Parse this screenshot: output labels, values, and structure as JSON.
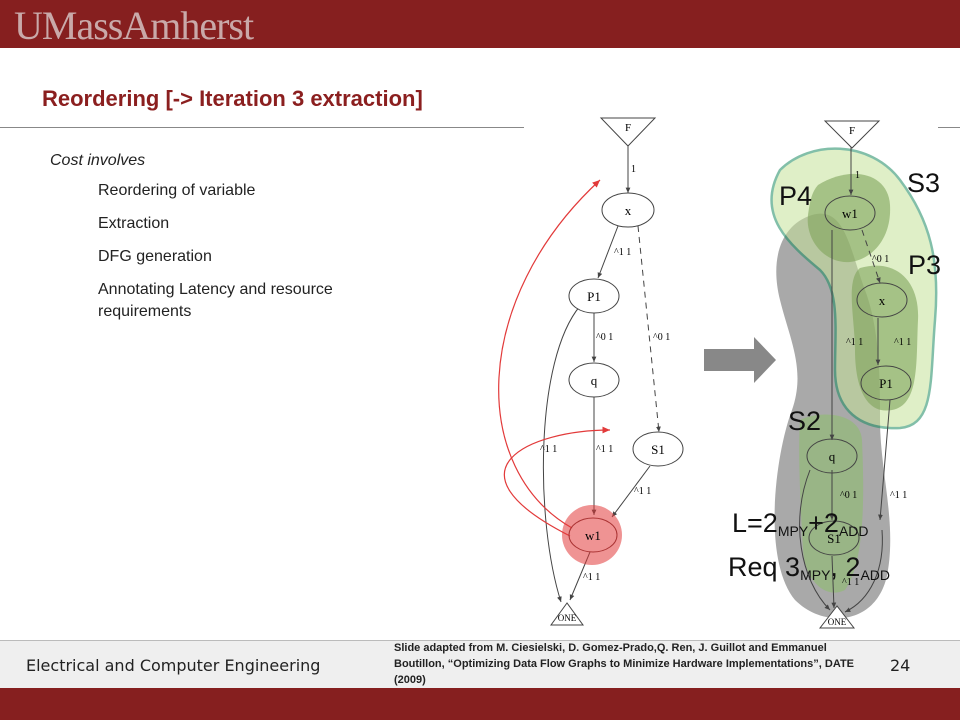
{
  "header": {
    "logo": "UMassAmherst"
  },
  "slide": {
    "title": "Reordering [-> Iteration 3 extraction]",
    "bullets": {
      "heading": "Cost involves",
      "items": [
        "Reordering of variable",
        "Extraction",
        "DFG generation",
        "Annotating Latency and resource requirements"
      ]
    }
  },
  "left_graph": {
    "nodes": {
      "F": "F",
      "x": "x",
      "P1": "P1",
      "q": "q",
      "S1": "S1",
      "w1": "w1",
      "ONE": "ONE"
    },
    "edges": {
      "F_x": "1",
      "x_P1": "^1 1",
      "x_S1": "^0 1",
      "P1_q": "^0 1",
      "q_w1": "^1 1",
      "P1_ONE": "^1 1",
      "S1_w1": "^1 1",
      "w1_ONE": "^1 1"
    }
  },
  "right_graph": {
    "nodes": {
      "F": "F",
      "w1": "w1",
      "x": "x",
      "P1": "P1",
      "q": "q",
      "S1": "S1",
      "ONE": "ONE"
    },
    "edges": {
      "F_w1": "1",
      "w1_x": "^0 1",
      "x_P1_a": "^1 1",
      "x_P1_b": "^1 1",
      "q_S1": "^0 1",
      "P1_ONE": "^1 1",
      "S1_ONE": "^1 1"
    },
    "regions": {
      "S3": "S3",
      "P4": "P4",
      "P3": "P3",
      "S2": "S2"
    }
  },
  "latency": {
    "prefix": "L=2",
    "sub1": "MPY",
    "mid": "+2",
    "sub2": "ADD"
  },
  "requirement": {
    "prefix": "Req 3",
    "sub1": "MPY",
    "mid": ", 2",
    "sub2": "ADD"
  },
  "footer": {
    "department": "Electrical and Computer Engineering",
    "page_number": "24",
    "citation": "Slide adapted from M. Ciesielski, D. Gomez-Prado,Q. Ren, J. Guillot and Emmanuel Boutillon, “Optimizing Data Flow Graphs to Minimize Hardware Implementations”, DATE (2009)"
  },
  "colors": {
    "brand": "#861f1f",
    "title": "#8b1f1f",
    "highlight_red": "#e23a3a",
    "green_region": "#2f9e6b",
    "gray_region": "#9a9a9a"
  }
}
